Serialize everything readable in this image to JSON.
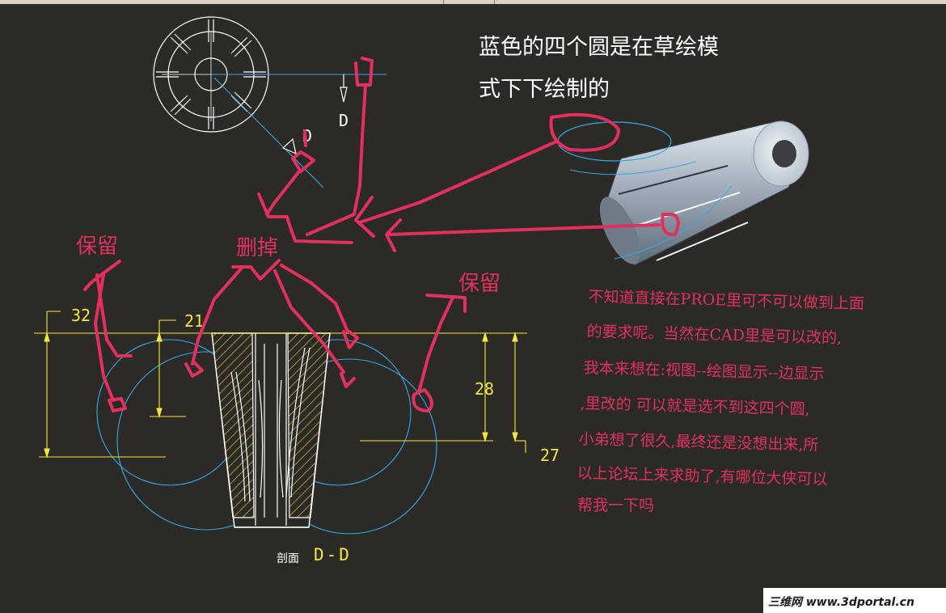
{
  "annotations": {
    "top_note_line1": "蓝色的四个圆是在草绘模",
    "top_note_line2": "式下下绘制的",
    "keep_left": "保留",
    "delete": "删掉",
    "keep_right": "保留",
    "explanation_lines": [
      "不知道直接在PROE里可不可以做到上面",
      "的要求呢。当然在CAD里是可以改的,",
      "我本来想在:视图--绘图显示--边显示",
      ",里改的 可以就是选不到这四个圆,",
      "小弟想了很久,最终还是没想出来,所",
      "以上论坛上来求助了,有哪位大侠可以",
      "帮我一下吗"
    ]
  },
  "drawing": {
    "section_prefix": "剖面",
    "section_label": "D-D",
    "view_label_top": "D",
    "view_label_diag": "D"
  },
  "dimensions": {
    "d1": "32",
    "d2": "21",
    "d3": "28",
    "d4": "27"
  },
  "watermark": "三维网 www.3dportal.cn",
  "colors": {
    "background": "#2b2a27",
    "annotation_red": "#e2305e",
    "sketch_blue": "#35a9e8",
    "dimension_yellow": "#f0e83c",
    "geometry_white": "#ffffff"
  }
}
